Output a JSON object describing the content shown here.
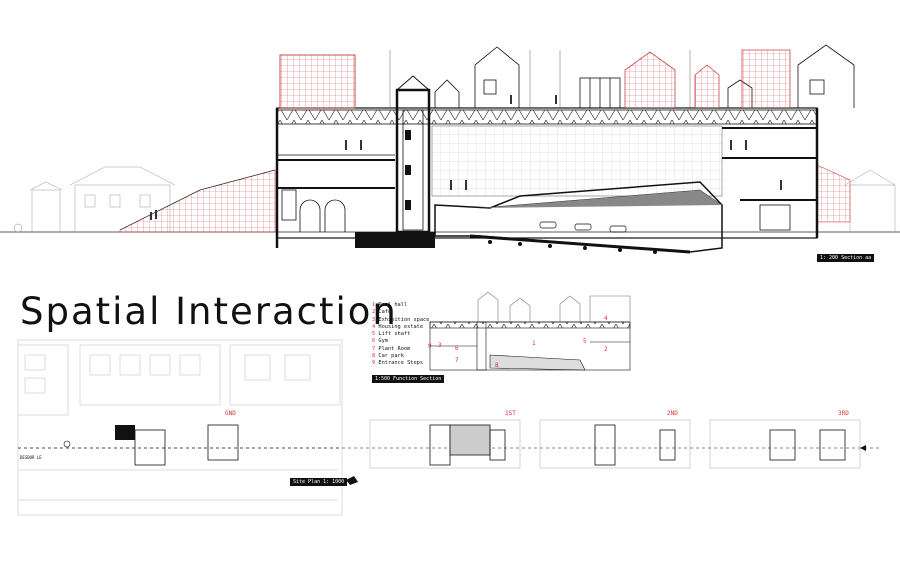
{
  "title": "Spatial Interaction",
  "section_aa_label": "1: 200 Section aa",
  "legend": [
    {
      "num": "1",
      "label": "Pool hall"
    },
    {
      "num": "2",
      "label": "Cafe"
    },
    {
      "num": "3",
      "label": "Exhibition space"
    },
    {
      "num": "4",
      "label": "Housing estate"
    },
    {
      "num": "5",
      "label": "Lift shaft"
    },
    {
      "num": "6",
      "label": "Gym"
    },
    {
      "num": "7",
      "label": "Plant Room"
    },
    {
      "num": "8",
      "label": "Car park"
    },
    {
      "num": "9",
      "label": "Entrance Steps"
    }
  ],
  "function_section_label": "1:500 Function Section",
  "site_plan_label": "Site Plan 1: 1000",
  "street_label": "DESBOR LE",
  "floor_labels": {
    "site": "GND",
    "first": "1ST",
    "second": "2ND",
    "third": "3RD"
  },
  "function_numbers": [
    "1",
    "2",
    "3",
    "4",
    "5",
    "6",
    "7",
    "8",
    "9"
  ],
  "colors": {
    "accent_red": "#dd3333",
    "ink": "#111111",
    "hatch": "#bbbbbb"
  }
}
